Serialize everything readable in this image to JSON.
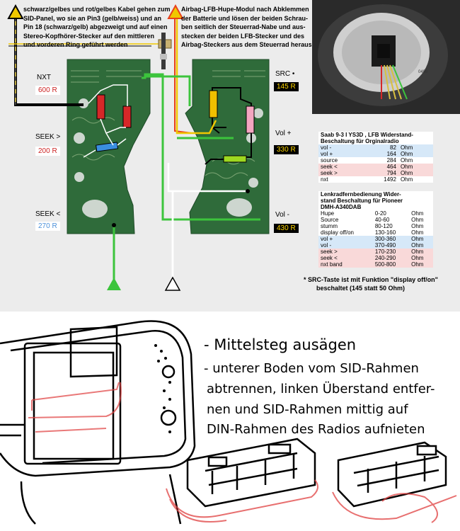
{
  "notes": {
    "left_l1": "schwarz/gelbes und rot/gelbes Kabel gehen zum",
    "left_l2": "SID-Panel, wo sie an Pin3 (gelb/weiss) und an",
    "left_l3": "Pin 18 (schwarz/gelb) abgezweigt und auf einen",
    "left_l4": "Stereo-Kopfhörer-Stecker auf den mittleren",
    "left_l5": "und vorderen Ring geführt werden",
    "right_l1": "Airbag-LFB-Hupe-Modul nach Abklemmen",
    "right_l2": "der Batterie und lösen der beiden Schrau-",
    "right_l3": "ben seitlich der Steuerrad-Nabe und aus-",
    "right_l4": "stecken der beiden LFB-Stecker und des",
    "right_l5": "Airbag-Steckers aus dem Steuerrad heraus"
  },
  "buttons": {
    "nxt": {
      "label": "NXT",
      "value": "600 R"
    },
    "seek_up": {
      "label": "SEEK >",
      "value": "200 R"
    },
    "seek_down": {
      "label": "SEEK <",
      "value": "270 R"
    },
    "src": {
      "label": "SRC •",
      "value": "145 R"
    },
    "vol_up": {
      "label": "Vol +",
      "value": "330 R"
    },
    "vol_down": {
      "label": "Vol -",
      "value": "430 R"
    }
  },
  "colors": {
    "pcb": "#2f6b3a",
    "wire_green": "#3cc43c",
    "wire_yellow": "#f0c800",
    "wire_red": "#e8401c",
    "res_red": "#d62828",
    "res_blue": "#3a8ee0",
    "res_yellow": "#f0c000",
    "res_pink": "#f4a6c0",
    "res_lime": "#9ed820"
  },
  "table1": {
    "title1": "Saab 9-3 I YS3D , LFB Widerstand-",
    "title2": "Beschaltung für Orginalradio",
    "rows": [
      {
        "name": "vol -",
        "value": "82",
        "unit": "Ohm",
        "tone": "blue"
      },
      {
        "name": "vol +",
        "value": "164",
        "unit": "Ohm",
        "tone": "blue"
      },
      {
        "name": "source",
        "value": "284",
        "unit": "Ohm",
        "tone": ""
      },
      {
        "name": "seek <",
        "value": "464",
        "unit": "Ohm",
        "tone": "pink"
      },
      {
        "name": "seek >",
        "value": "794",
        "unit": "Ohm",
        "tone": "pink"
      },
      {
        "name": "nxt",
        "value": "1492",
        "unit": "Ohm",
        "tone": ""
      }
    ]
  },
  "table2": {
    "title1": "Lenkradfernbedienung Wider-",
    "title2": "stand Beschaltung für Pioneer",
    "title3": "DMH-A340DAB",
    "rows": [
      {
        "name": "Hupe",
        "value": "0-20",
        "unit": "Ohm",
        "tone": ""
      },
      {
        "name": "Source",
        "value": "40-60",
        "unit": "Ohm",
        "tone": ""
      },
      {
        "name": "stumm",
        "value": "80-120",
        "unit": "Ohm",
        "tone": ""
      },
      {
        "name": "display off/on",
        "value": "130-160",
        "unit": "Ohm",
        "tone": ""
      },
      {
        "name": "vol +",
        "value": "300-360",
        "unit": "Ohm",
        "tone": "blue"
      },
      {
        "name": "vol -",
        "value": "370-490",
        "unit": "Ohm",
        "tone": "blue"
      },
      {
        "name": "seek >",
        "value": "170-230",
        "unit": "Ohm",
        "tone": "pink"
      },
      {
        "name": "seek <",
        "value": "240-290",
        "unit": "Ohm",
        "tone": "pink"
      },
      {
        "name": "nxt band",
        "value": "500-800",
        "unit": "Ohm",
        "tone": "pink"
      }
    ]
  },
  "footnote": {
    "l1": "*  SRC-Taste ist mit Funktion \"display off/on\"",
    "l2": "beschaltet (145 statt 50 Ohm)"
  },
  "photo": {
    "airbag_label": "0496"
  },
  "instructions": {
    "l1": "- Mittelsteg ausägen",
    "l2": "- unterer Boden vom SID-Rahmen",
    "l3": "abtrennen, linken Überstand entfer-",
    "l4": "nen und SID-Rahmen mittig auf",
    "l5": "DIN-Rahmen des Radios aufnieten"
  }
}
